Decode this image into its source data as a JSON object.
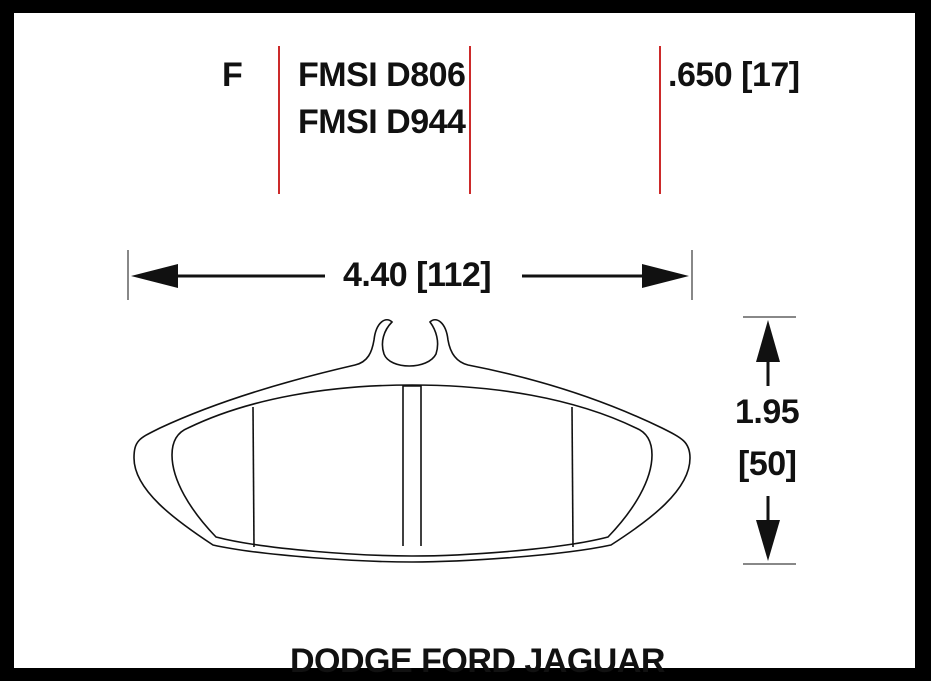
{
  "header": {
    "position": "F",
    "fmsi_numbers": [
      "FMSI D806",
      "FMSI D944"
    ],
    "thickness": ".650 [17]"
  },
  "dimensions": {
    "width": "4.40 [112]",
    "height_in": "1.95",
    "height_mm": "[50]"
  },
  "footer": {
    "applications": "DODGE  FORD  JAGUAR"
  },
  "colors": {
    "background": "#000000",
    "panel": "#ffffff",
    "divider": "#cc2a2a",
    "ink": "#111111"
  }
}
